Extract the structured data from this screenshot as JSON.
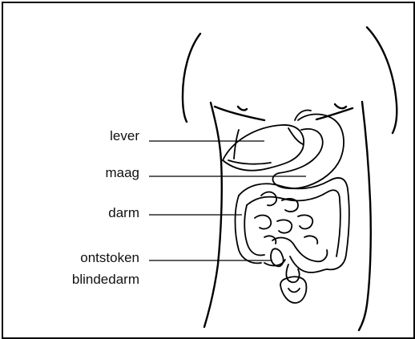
{
  "labels": {
    "liver": "lever",
    "stomach": "maag",
    "intestine": "darm",
    "appendix_line1": "ontstoken",
    "appendix_line2": "blindedarm"
  }
}
